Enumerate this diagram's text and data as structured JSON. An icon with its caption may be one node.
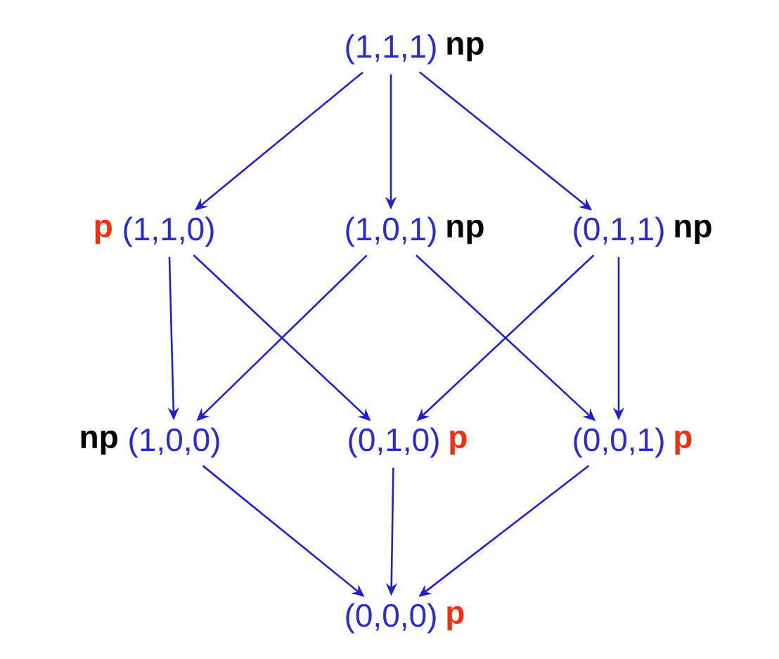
{
  "diagram": {
    "nodes": [
      {
        "text": [
          "(1,1,1)"
        ],
        "beside": [
          "np"
        ]
      },
      {
        "text": [
          "(1,1,0)"
        ],
        "beside": [
          "p"
        ]
      },
      {
        "text": [
          "(1,0,1)"
        ],
        "beside": [
          "np"
        ]
      },
      {
        "text": [
          "(0,1,1)"
        ],
        "beside": [
          "np"
        ]
      },
      {
        "text": [
          "(1,0,0)"
        ],
        "beside": [
          "np"
        ]
      },
      {
        "text": [
          "(0,1,0)"
        ],
        "beside": [
          "p"
        ]
      },
      {
        "text": [
          "(0,0,1)"
        ],
        "beside": [
          "p"
        ]
      },
      {
        "text": [
          "(0,0,0)"
        ],
        "beside": [
          "p"
        ]
      }
    ],
    "edges": [
      {
        "from": 0,
        "to": 1,
        "arrow": "to"
      },
      {
        "from": 0,
        "to": 2,
        "arrow": "to"
      },
      {
        "from": 0,
        "to": 3,
        "arrow": "to"
      },
      {
        "from": 1,
        "to": 4,
        "arrow": "to"
      },
      {
        "from": 1,
        "to": 5,
        "arrow": "to"
      },
      {
        "from": 2,
        "to": 4,
        "arrow": "to"
      },
      {
        "from": 2,
        "to": 6,
        "arrow": "to"
      },
      {
        "from": 3,
        "to": 5,
        "arrow": "to"
      },
      {
        "from": 3,
        "to": 6,
        "arrow": "to"
      },
      {
        "from": 4,
        "to": 7,
        "arrow": "to"
      },
      {
        "from": 5,
        "to": 7,
        "arrow": "to"
      },
      {
        "from": 6,
        "to": 7,
        "arrow": "to"
      }
    ]
  }
}
